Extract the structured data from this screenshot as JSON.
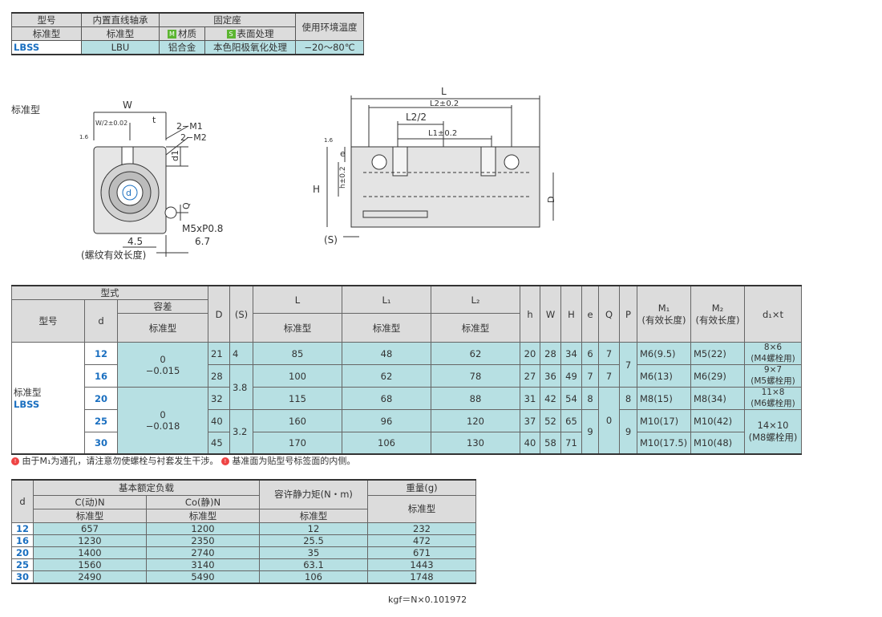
{
  "top_table": {
    "h_model": "型号",
    "h_bearing": "内置直线轴承",
    "h_fixed": "固定座",
    "h_temp": "使用环境温度",
    "h_standard": "标准型",
    "h_bearing_std": "标准型",
    "badge_m": "M",
    "h_material": "材质",
    "badge_s": "S",
    "h_surface": "表面处理",
    "row": {
      "model": "LBSS",
      "bearing": "LBU",
      "material": "铝合金",
      "surface": "本色阳极氧化处理",
      "temp": "−20～80℃"
    }
  },
  "drawing": {
    "label_standard": "标准型",
    "W": "W",
    "W2": "W/2±0.02",
    "t": "t",
    "M1": "2−M1",
    "M2": "2−M2",
    "d1": "d1",
    "Q": "Q",
    "M5": "M5xP0.8",
    "v45": "4.5",
    "v67": "6.7",
    "thread_len": "(螺纹有效长度)",
    "L": "L",
    "L2tol": "L2±0.2",
    "L2half": "L2/2",
    "L1tol": "L1±0.2",
    "H": "H",
    "h": "h±0.2",
    "e": "e",
    "D": "D",
    "S": "(S)",
    "rough1": "1.6",
    "rough2": "1.6",
    "d": "d"
  },
  "main_table": {
    "h_type": "型式",
    "h_model": "型号",
    "h_tol": "容差",
    "h_d": "d",
    "h_std": "标准型",
    "h_D": "D",
    "h_S": "(S)",
    "h_L": "L",
    "h_L1": "L₁",
    "h_L2": "L₂",
    "h_L_std": "标准型",
    "h_L1_std": "标准型",
    "h_L2_std": "标准型",
    "h_h": "h",
    "h_W": "W",
    "h_H": "H",
    "h_e": "e",
    "h_Q": "Q",
    "h_P": "P",
    "h_M1": "M₁",
    "h_M1_sub": "(有效长度)",
    "h_M2": "M₂",
    "h_M2_sub": "(有效长度)",
    "h_d1t": "d₁×t",
    "model_std": "标准型",
    "model_code": "LBSS",
    "tol_a1": "0",
    "tol_a2": "−0.015",
    "tol_b1": "0",
    "tol_b2": "−0.018",
    "S_a": "4",
    "S_b": "3.8",
    "S_c": "3.2",
    "e_c": "9",
    "Q_b": "7",
    "Q_c": "0",
    "P_a": "7",
    "P_b": "8",
    "P_c": "9",
    "d1t_d": "14×10",
    "d1t_d2": "(M8螺栓用)",
    "rows": [
      {
        "d": "12",
        "D": "21",
        "L": "85",
        "L1": "48",
        "L2": "62",
        "h": "20",
        "W": "28",
        "H": "34",
        "e": "6",
        "Q": "7",
        "M1": "M6(9.5)",
        "M2": "M5(22)",
        "dt": "8×6",
        "dt2": "(M4螺栓用)"
      },
      {
        "d": "16",
        "D": "28",
        "L": "100",
        "L1": "62",
        "L2": "78",
        "h": "27",
        "W": "36",
        "H": "49",
        "e": "7",
        "Q": "7",
        "M1": "M6(13)",
        "M2": "M6(29)",
        "dt": "9×7",
        "dt2": "(M5螺栓用)"
      },
      {
        "d": "20",
        "D": "32",
        "L": "115",
        "L1": "68",
        "L2": "88",
        "h": "31",
        "W": "42",
        "H": "54",
        "e": "8",
        "M1": "M8(15)",
        "M2": "M8(34)",
        "dt": "11×8",
        "dt2": "(M6螺栓用)"
      },
      {
        "d": "25",
        "D": "40",
        "L": "160",
        "L1": "96",
        "L2": "120",
        "h": "37",
        "W": "52",
        "H": "65",
        "M1": "M10(17)",
        "M2": "M10(42)"
      },
      {
        "d": "30",
        "D": "45",
        "L": "170",
        "L1": "106",
        "L2": "130",
        "h": "40",
        "W": "58",
        "H": "71",
        "M1": "M10(17.5)",
        "M2": "M10(48)"
      }
    ]
  },
  "note": {
    "mark1": "!",
    "text1": "由于M₁为通孔，请注意勿使螺栓与衬套发生干涉。",
    "mark2": "!",
    "text2": "基准面为贴型号标签面的内侧。"
  },
  "load_table": {
    "h_d": "d",
    "h_basic": "基本额定负载",
    "h_C": "C(动)N",
    "h_C0": "Co(静)N",
    "h_torque": "容许静力矩(N・m)",
    "h_weight": "重量(g)",
    "h_std1": "标准型",
    "h_std2": "标准型",
    "h_std3": "标准型",
    "h_std4": "标准型",
    "rows": [
      {
        "d": "12",
        "C": "657",
        "C0": "1200",
        "T": "12",
        "Wt": "232"
      },
      {
        "d": "16",
        "C": "1230",
        "C0": "2350",
        "T": "25.5",
        "Wt": "472"
      },
      {
        "d": "20",
        "C": "1400",
        "C0": "2740",
        "T": "35",
        "Wt": "671"
      },
      {
        "d": "25",
        "C": "1560",
        "C0": "3140",
        "T": "63.1",
        "Wt": "1443"
      },
      {
        "d": "30",
        "C": "2490",
        "C0": "5490",
        "T": "106",
        "Wt": "1748"
      }
    ],
    "kgf": "kgf＝N×0.101972"
  },
  "colors": {
    "header_gray": "#dcdcdc",
    "data_cyan": "#b7e0e3",
    "code_blue": "#1a6fc0",
    "badge_green": "#5cb531",
    "note_red": "#e44444"
  }
}
